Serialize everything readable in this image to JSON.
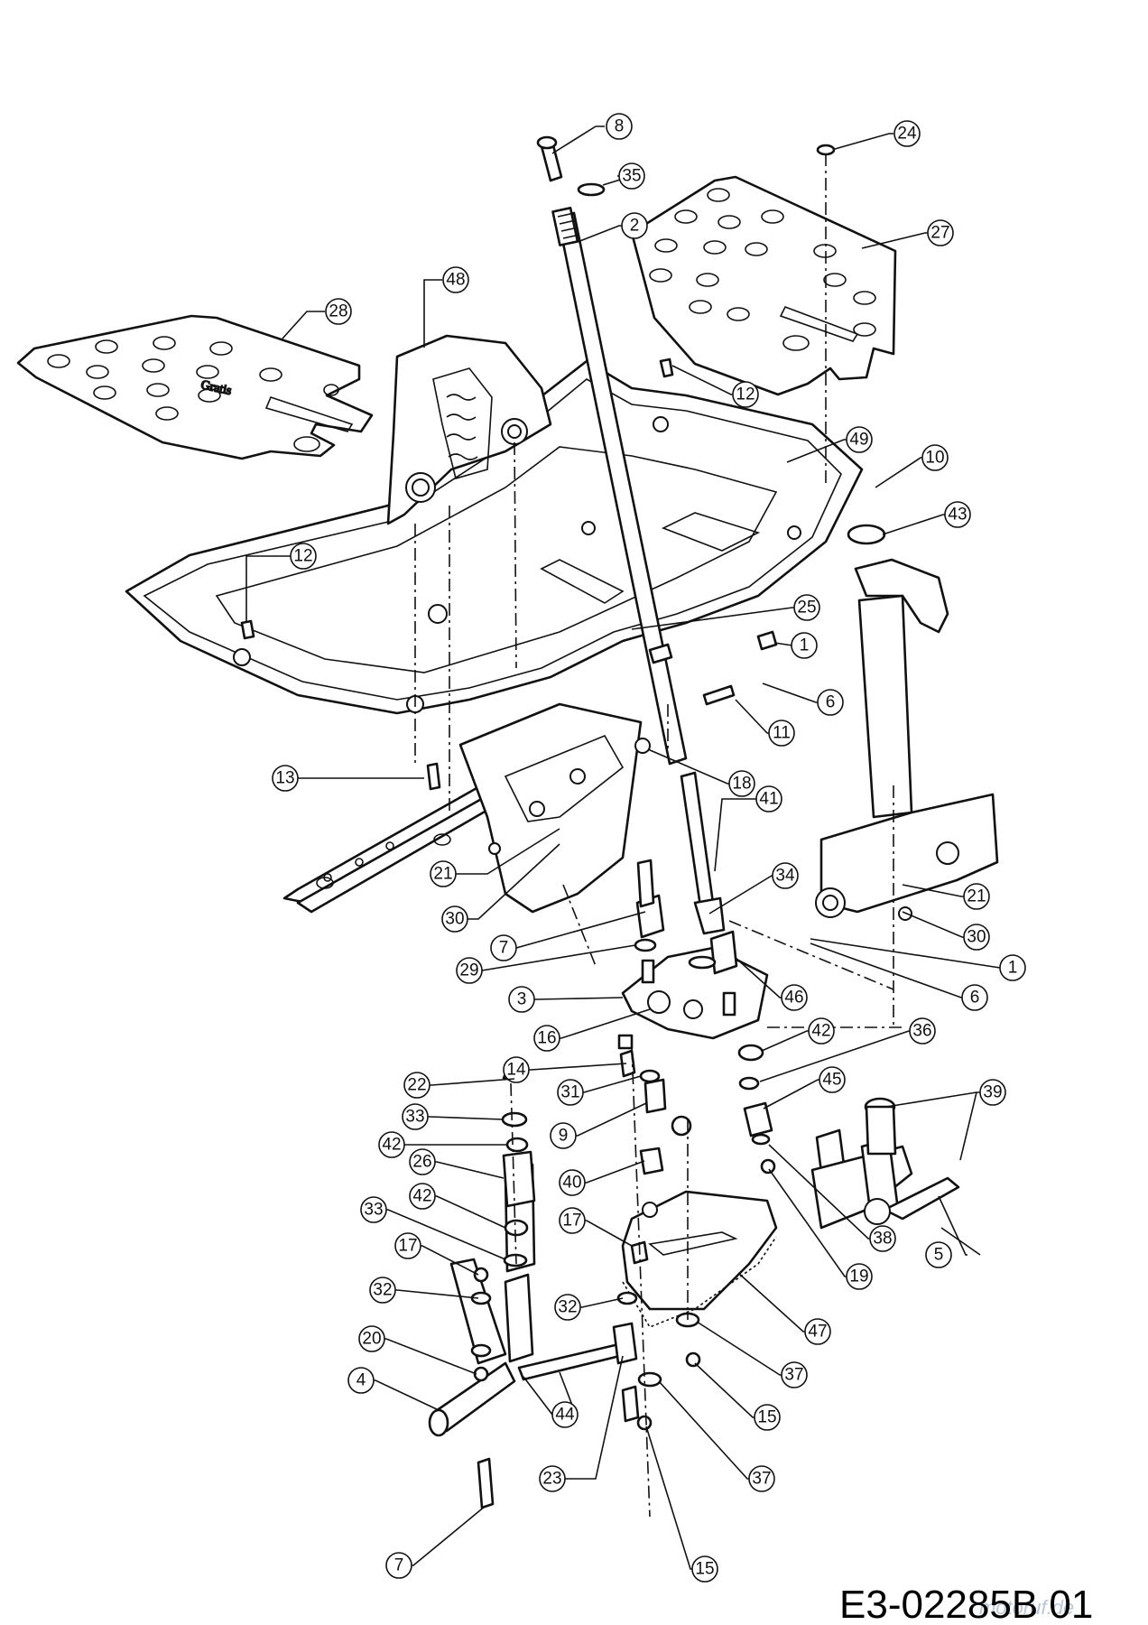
{
  "diagram": {
    "drawing_code": "E3-02285B 01",
    "watermark": "motoruf.de",
    "callouts": [
      {
        "n": "8",
        "label": "8"
      },
      {
        "n": "35",
        "label": "35"
      },
      {
        "n": "2",
        "label": "2"
      },
      {
        "n": "24",
        "label": "24"
      },
      {
        "n": "27",
        "label": "27"
      },
      {
        "n": "48",
        "label": "48"
      },
      {
        "n": "28",
        "label": "28"
      },
      {
        "n": "12a",
        "label": "12"
      },
      {
        "n": "49",
        "label": "49"
      },
      {
        "n": "10",
        "label": "10"
      },
      {
        "n": "43",
        "label": "43"
      },
      {
        "n": "12b",
        "label": "12"
      },
      {
        "n": "25",
        "label": "25"
      },
      {
        "n": "1a",
        "label": "1"
      },
      {
        "n": "6a",
        "label": "6"
      },
      {
        "n": "11",
        "label": "11"
      },
      {
        "n": "13",
        "label": "13"
      },
      {
        "n": "18",
        "label": "18"
      },
      {
        "n": "41",
        "label": "41"
      },
      {
        "n": "21a",
        "label": "21"
      },
      {
        "n": "34",
        "label": "34"
      },
      {
        "n": "21b",
        "label": "21"
      },
      {
        "n": "30a",
        "label": "30"
      },
      {
        "n": "30b",
        "label": "30"
      },
      {
        "n": "7a",
        "label": "7"
      },
      {
        "n": "1b",
        "label": "1"
      },
      {
        "n": "29",
        "label": "29"
      },
      {
        "n": "3",
        "label": "3"
      },
      {
        "n": "46",
        "label": "46"
      },
      {
        "n": "6b",
        "label": "6"
      },
      {
        "n": "16",
        "label": "16"
      },
      {
        "n": "42a",
        "label": "42"
      },
      {
        "n": "36",
        "label": "36"
      },
      {
        "n": "14",
        "label": "14"
      },
      {
        "n": "22",
        "label": "22"
      },
      {
        "n": "31",
        "label": "31"
      },
      {
        "n": "45",
        "label": "45"
      },
      {
        "n": "39",
        "label": "39"
      },
      {
        "n": "33a",
        "label": "33"
      },
      {
        "n": "9",
        "label": "9"
      },
      {
        "n": "42b",
        "label": "42"
      },
      {
        "n": "26",
        "label": "26"
      },
      {
        "n": "40",
        "label": "40"
      },
      {
        "n": "42c",
        "label": "42"
      },
      {
        "n": "38",
        "label": "38"
      },
      {
        "n": "33b",
        "label": "33"
      },
      {
        "n": "17a",
        "label": "17"
      },
      {
        "n": "5",
        "label": "5"
      },
      {
        "n": "17b",
        "label": "17"
      },
      {
        "n": "19",
        "label": "19"
      },
      {
        "n": "32a",
        "label": "32"
      },
      {
        "n": "32b",
        "label": "32"
      },
      {
        "n": "47",
        "label": "47"
      },
      {
        "n": "20",
        "label": "20"
      },
      {
        "n": "37a",
        "label": "37"
      },
      {
        "n": "4",
        "label": "4"
      },
      {
        "n": "44",
        "label": "44"
      },
      {
        "n": "15a",
        "label": "15"
      },
      {
        "n": "23",
        "label": "23"
      },
      {
        "n": "37b",
        "label": "37"
      },
      {
        "n": "7b",
        "label": "7"
      },
      {
        "n": "15b",
        "label": "15"
      }
    ]
  }
}
